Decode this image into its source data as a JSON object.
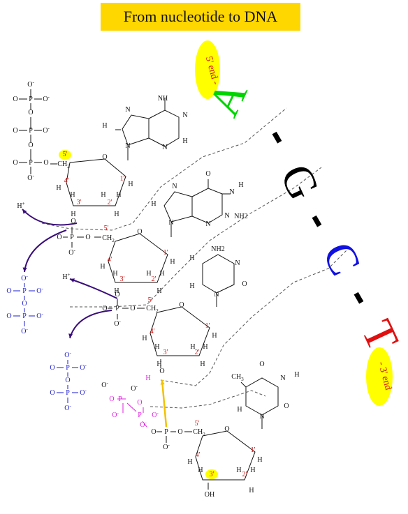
{
  "title": "From nucleotide to DNA",
  "ends": {
    "five": "5' end -",
    "three": "- 3' end"
  },
  "sequence": {
    "b1": "A",
    "s1": "-",
    "b2": "G",
    "s2": "-",
    "b3": "C",
    "s3": "-",
    "b4": "T"
  },
  "colors": {
    "A": "#00d400",
    "G": "#000000",
    "C": "#1010e0",
    "T": "#e01010",
    "highlight": "#ffff00",
    "phosphate_released": "#1a1ad1",
    "incoming": "#e020e0",
    "arrow_yellow": "#f2c200",
    "arrow_purple": "#3a0e7a"
  },
  "atoms": {
    "O": "O",
    "P": "P",
    "H": "H",
    "N": "N",
    "OH": "OH",
    "CH2": "CH2",
    "NH2": "NH2",
    "H_plus": "H+",
    "O_minus": "O-",
    "CH3": "CH3"
  },
  "primes": {
    "p1": "1'",
    "p2": "2'",
    "p3": "3'",
    "p4": "4'",
    "p5": "5'"
  }
}
